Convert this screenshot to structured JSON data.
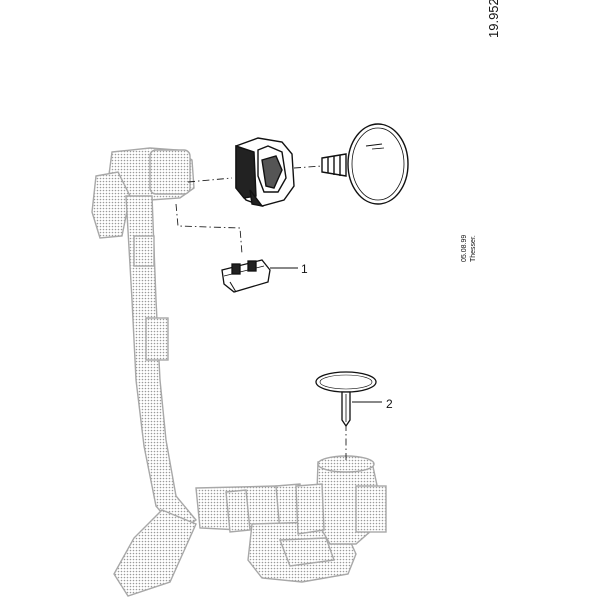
{
  "document": {
    "number": "19.952",
    "date": "05.08.99",
    "author": "Thesser."
  },
  "callouts": [
    {
      "label": "1"
    },
    {
      "label": "2"
    }
  ],
  "colors": {
    "line": "#111111",
    "ghost": "#b8b8b8",
    "background": "#ffffff"
  }
}
